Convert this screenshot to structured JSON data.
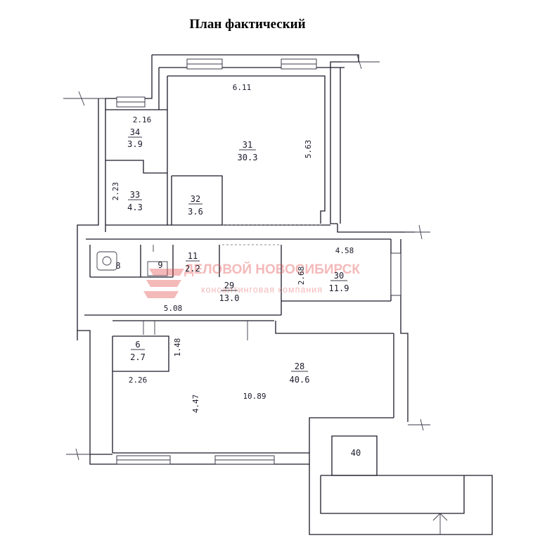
{
  "title": "План фактический",
  "rooms": [
    {
      "id": "34",
      "number": "34",
      "area": "3.9"
    },
    {
      "id": "31",
      "number": "31",
      "area": "30.3"
    },
    {
      "id": "33",
      "number": "33",
      "area": "4.3"
    },
    {
      "id": "32",
      "number": "32",
      "area": "3.6"
    },
    {
      "id": "8",
      "number": "8",
      "area": ""
    },
    {
      "id": "9",
      "number": "9",
      "area": ""
    },
    {
      "id": "11",
      "number": "11",
      "area": "2.2"
    },
    {
      "id": "29",
      "number": "29",
      "area": "13.0"
    },
    {
      "id": "30",
      "number": "30",
      "area": "11.9"
    },
    {
      "id": "6",
      "number": "6",
      "area": "2.7"
    },
    {
      "id": "28",
      "number": "28",
      "area": "40.6"
    },
    {
      "id": "40",
      "number": "40",
      "area": ""
    }
  ],
  "dimensions": {
    "d611": "6.11",
    "d563": "5.63",
    "d216": "2.16",
    "d223": "2.23",
    "d458": "4.58",
    "d268": "2.68",
    "d508": "5.08",
    "d148": "1.48",
    "d226": "2.26",
    "d447": "4.47",
    "d1089": "10.89"
  },
  "watermark": {
    "name": "ДЕЛОВОЙ НОВОСИБИРСК",
    "subtitle": "консалтинговая компания"
  },
  "colors": {
    "ink": "#1a1a2a",
    "watermark": "#e24a4a"
  }
}
